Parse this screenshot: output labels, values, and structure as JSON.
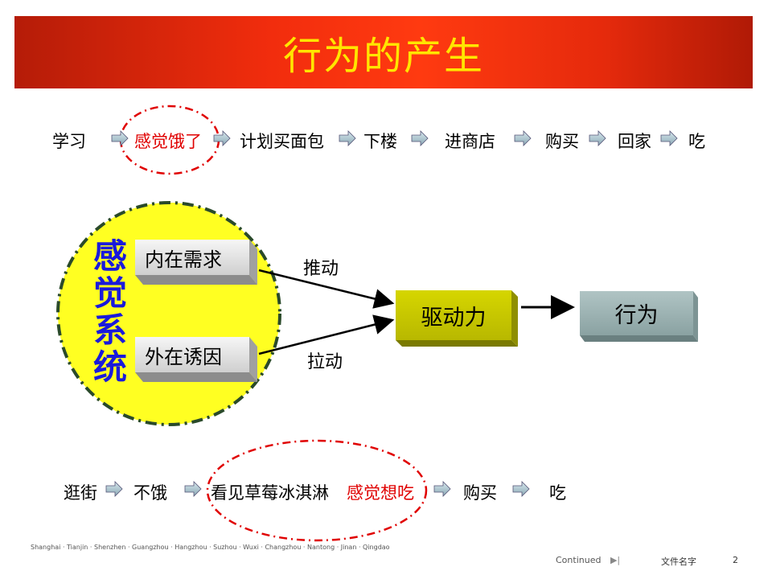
{
  "title": "行为的产生",
  "flow1": [
    "学习",
    "感觉饿了",
    "计划买面包",
    "下楼",
    "进商店",
    "购买",
    "回家",
    "吃"
  ],
  "diagram": {
    "system_label": "感觉系统",
    "inner_need": "内在需求",
    "outer_lure": "外在诱因",
    "push": "推动",
    "pull": "拉动",
    "drive": "驱动力",
    "behavior": "行为"
  },
  "flow2": [
    "逛街",
    "不饿",
    "看见草莓冰淇淋",
    "感觉想吃",
    "购买",
    "吃"
  ],
  "footer": {
    "cities": "Shanghai · Tianjin · Shenzhen · Guangzhou · Hangzhou · Suzhou · Wuxi · Changzhou · Nantong · Jinan · Qingdao",
    "continued": "Continued",
    "filename": "文件名字",
    "page": "2"
  },
  "colors": {
    "title_bg": "#f22d0d",
    "title_text": "#ffe600",
    "circle_fill": "#ffff22",
    "drive_box": "#c8c800",
    "behavior_box": "#9fb4b4",
    "highlight_text": "#e00000",
    "system_label": "#1a1adb"
  }
}
